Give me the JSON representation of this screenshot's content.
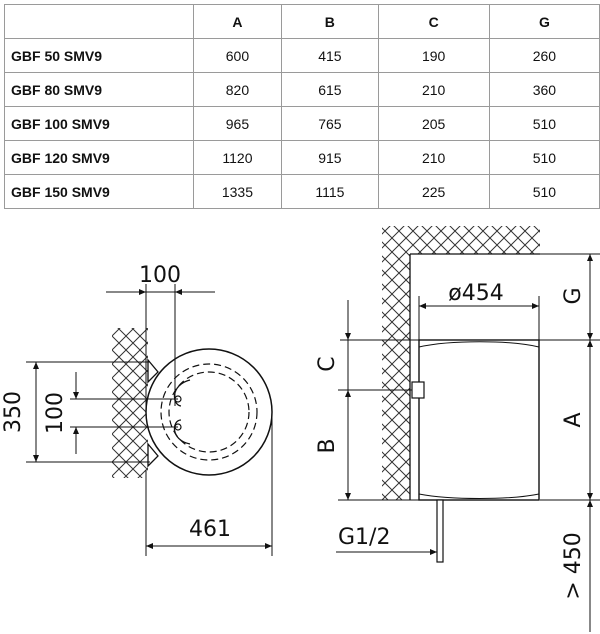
{
  "table": {
    "columns": [
      "A",
      "B",
      "C",
      "G"
    ],
    "rows": [
      {
        "model": "GBF 50 SMV9",
        "values": [
          "600",
          "415",
          "190",
          "260"
        ]
      },
      {
        "model": "GBF 80 SMV9",
        "values": [
          "820",
          "615",
          "210",
          "360"
        ]
      },
      {
        "model": "GBF 100 SMV9",
        "values": [
          "965",
          "765",
          "205",
          "510"
        ]
      },
      {
        "model": "GBF 120 SMV9",
        "values": [
          "1120",
          "915",
          "210",
          "510"
        ]
      },
      {
        "model": "GBF 150 SMV9",
        "values": [
          "1335",
          "1115",
          "225",
          "510"
        ]
      }
    ]
  },
  "top_view": {
    "top_dim": "100",
    "left_outer_dim": "350",
    "left_inner_dim": "100",
    "bottom_dim": "461"
  },
  "side_view": {
    "diameter_dim": "ø454",
    "label_g": "G",
    "label_c": "C",
    "label_a": "A",
    "label_b": "B",
    "pipe_label": "G1/2",
    "clearance_label": "> 450"
  }
}
